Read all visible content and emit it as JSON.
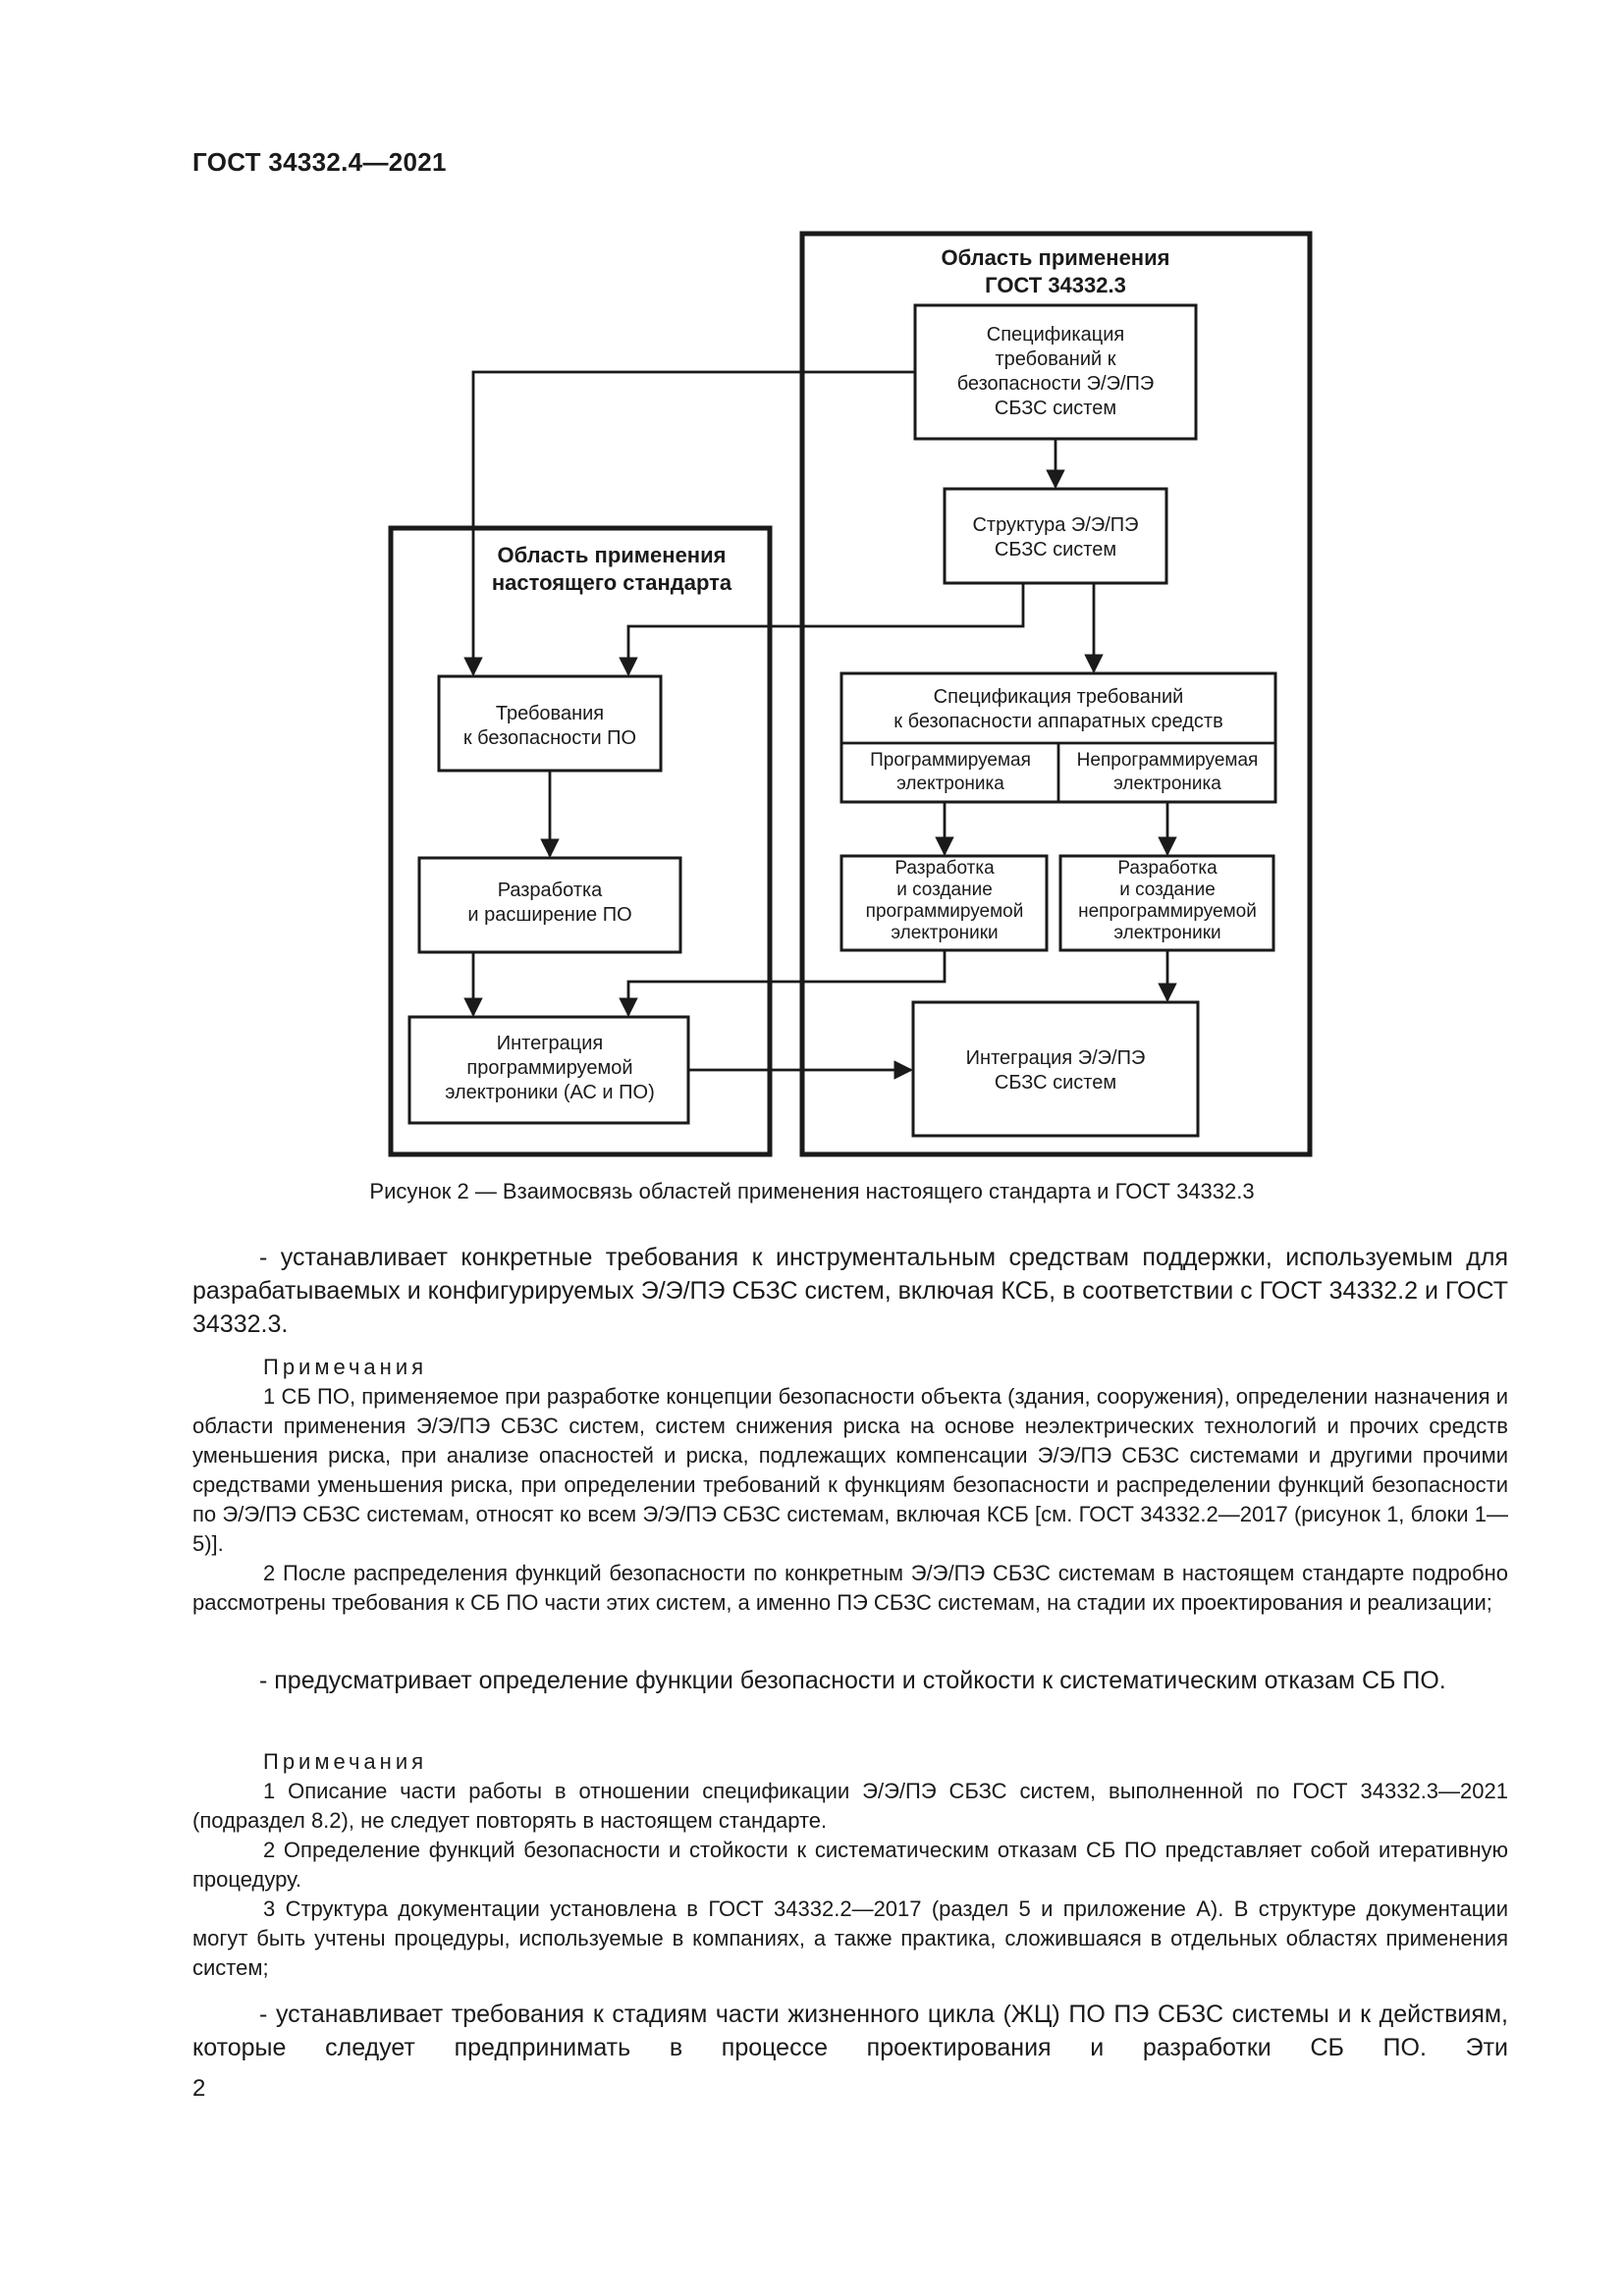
{
  "header": {
    "doc_id": "ГОСТ 34332.4—2021"
  },
  "figure": {
    "outer_right_title": [
      "Область применения",
      "ГОСТ 34332.3"
    ],
    "outer_left_title": [
      "Область применения",
      "настоящего стандарта"
    ],
    "boxes": {
      "spec_requirements": [
        "Спецификация",
        "требований к",
        "безопасности Э/Э/ПЭ",
        "СБЗС систем"
      ],
      "structure": [
        "Структура Э/Э/ПЭ",
        "СБЗС систем"
      ],
      "sw_requirements": [
        "Требования",
        "к безопасности ПО"
      ],
      "sw_development": [
        "Разработка",
        "и расширение ПО"
      ],
      "integration_pe": [
        "Интеграция",
        "программируемой",
        "электроники (АС и ПО)"
      ],
      "hw_spec": [
        "Спецификация требований",
        "к безопасности аппаратных средств"
      ],
      "programmable": [
        "Программируемая",
        "электроника"
      ],
      "nonprogrammable": [
        "Непрограммируемая",
        "электроника"
      ],
      "dev_programmable": [
        "Разработка",
        "и создание",
        "программируемой",
        "электроники"
      ],
      "dev_nonprogrammable": [
        "Разработка",
        "и создание",
        "непрограммируемой",
        "электроники"
      ],
      "integration_system": [
        "Интеграция Э/Э/ПЭ",
        "СБЗС систем"
      ]
    },
    "caption": "Рисунок 2 — Взаимосвязь областей применения настоящего стандарта и ГОСТ 34332.3"
  },
  "text": {
    "p1": "- устанавливает конкретные требования к инструментальным средствам поддержки, используемым для разрабатываемых и конфигурируемых Э/Э/ПЭ СБЗС систем, включая КСБ, в соответствии с ГОСТ 34332.2 и ГОСТ 34332.3.",
    "notes1_heading": "Примечания",
    "note1_1": "1 СБ ПО, применяемое при разработке концепции безопасности объекта (здания, сооружения), определении назначения и области применения Э/Э/ПЭ СБЗС систем, систем снижения риска на основе неэлектрических технологий и прочих средств уменьшения риска, при анализе опасностей и риска, подлежащих компенсации Э/Э/ПЭ СБЗС системами и другими прочими средствами уменьшения риска, при определении требований к функциям безопасности и распределении функций безопасности по Э/Э/ПЭ СБЗС системам, относят ко всем Э/Э/ПЭ СБЗС системам, включая КСБ [см. ГОСТ 34332.2—2017 (рисунок 1, блоки 1—5)].",
    "note1_2": "2 После распределения функций безопасности по конкретным Э/Э/ПЭ СБЗС системам в настоящем стандарте подробно рассмотрены требования к СБ ПО части этих систем, а именно ПЭ СБЗС системам, на стадии их проектирования и реализации;",
    "p2": "- предусматривает определение функции безопасности и стойкости к систематическим отказам СБ ПО.",
    "notes2_heading": "Примечания",
    "note2_1": "1 Описание части работы в отношении спецификации Э/Э/ПЭ СБЗС систем, выполненной по ГОСТ 34332.3—2021 (подраздел 8.2), не следует повторять в настоящем стандарте.",
    "note2_2": "2 Определение функций безопасности и стойкости к систематическим отказам СБ ПО представляет собой итеративную процедуру.",
    "note2_3": "3 Структура документации установлена в ГОСТ 34332.2—2017 (раздел 5 и приложение А). В структуре документации могут быть учтены процедуры, используемые в компаниях, а также практика, сложившаяся в отдельных областях применения систем;",
    "p3": "- устанавливает требования к стадиям части жизненного цикла (ЖЦ) ПО ПЭ СБЗС системы и к действиям, которые следует предпринимать в процессе проектирования и разработки СБ ПО. Эти"
  },
  "page_number": "2"
}
